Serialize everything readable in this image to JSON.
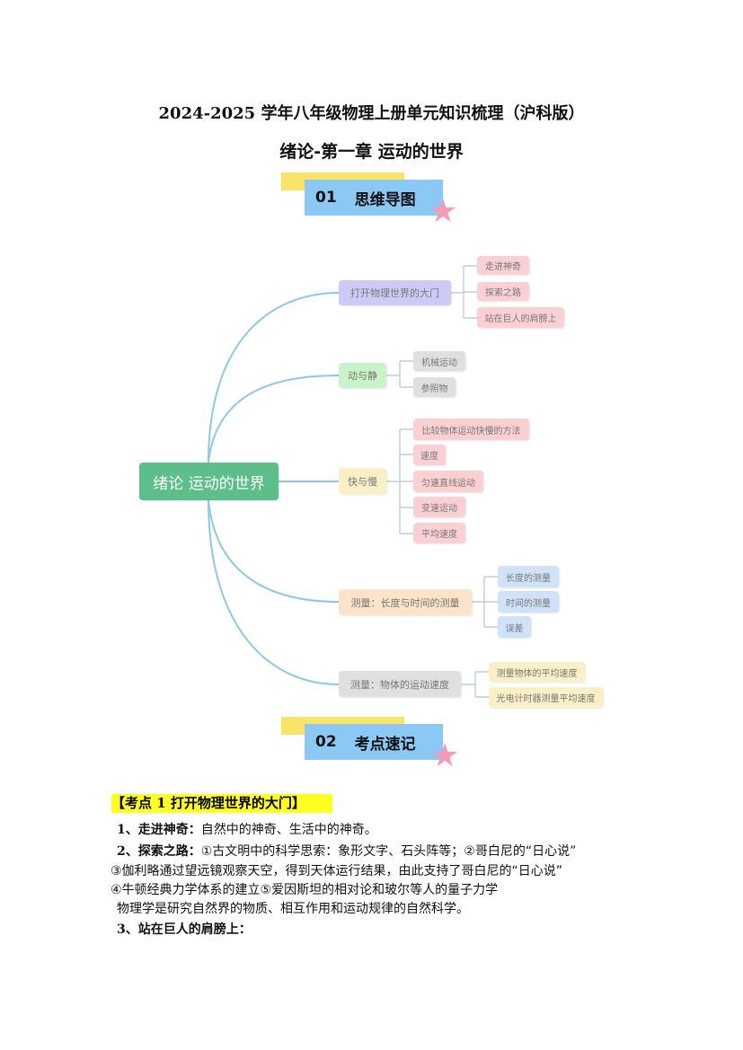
{
  "title": "2024-2025 学年八年级物理上册单元知识梳理（沪科版）",
  "subtitle": "绪论-第一章  运动的世界",
  "sections": [
    {
      "num": "01",
      "label": "思维导图"
    },
    {
      "num": "02",
      "label": "考点速记"
    }
  ],
  "mindmap": {
    "center": "绪论 运动的世界",
    "branches": [
      {
        "label": "打开物理世界的大门",
        "children": [
          "走进神奇",
          "探索之路",
          "站在巨人的肩膀上"
        ]
      },
      {
        "label": "动与静",
        "children": [
          "机械运动",
          "参照物"
        ]
      },
      {
        "label": "快与慢",
        "children": [
          "比较物体运动快慢的方法",
          "速度",
          "匀速直线运动",
          "变速运动",
          "平均速度"
        ]
      },
      {
        "label": "测量：长度与时间的测量",
        "children": [
          "长度的测量",
          "时间的测量",
          "误差"
        ]
      },
      {
        "label": "测量：物体的运动速度",
        "children": [
          "测量物体的平均速度",
          "光电计时器测量平均速度"
        ]
      }
    ]
  },
  "kaodian": {
    "heading": "【考点 1  打开物理世界的大门】",
    "l1_label": "1、走进神奇：",
    "l1_text": "自然中的神奇、生活中的神奇。",
    "l2_label": "2、探索之路：",
    "l2_text": "①古文明中的科学思索：象形文字、石头阵等；②哥白尼的“日心说”",
    "l3": "③伽利略通过望远镜观察天空，得到天体运行结果，由此支持了哥白尼的“日心说”",
    "l4": "④牛顿经典力学体系的建立⑤爱因斯坦的相对论和玻尔等人的量子力学",
    "l5": "物理学是研究自然界的物质、相互作用和运动规律的自然科学。",
    "l6_label": "3、站在巨人的肩膀上："
  }
}
